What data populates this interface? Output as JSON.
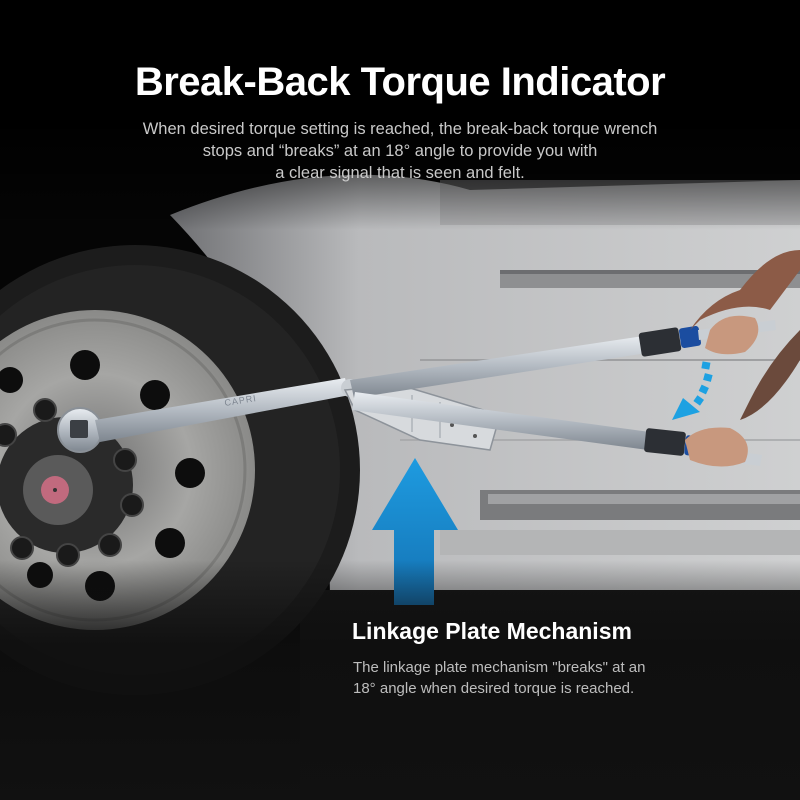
{
  "header": {
    "title": "Break-Back Torque Indicator",
    "subtitle_lines": [
      "When desired torque setting is reached, the break-back torque wrench",
      "stops and “breaks” at an 18° angle to provide you with",
      "a clear signal that is seen and felt."
    ]
  },
  "callout": {
    "title": "Linkage Plate Mechanism",
    "body_lines": [
      "The linkage plate mechanism \"breaks\" at an",
      "18° angle when desired torque is reached."
    ]
  },
  "photo": {
    "wrench_brand": "CAPRI",
    "icons": [
      "up-arrow-icon",
      "dotted-curved-arrow-icon"
    ]
  },
  "colors": {
    "accent_blue": "#1a8fd6",
    "background": "#000000",
    "title_text": "#ffffff",
    "body_text": "#c9c9c9"
  }
}
